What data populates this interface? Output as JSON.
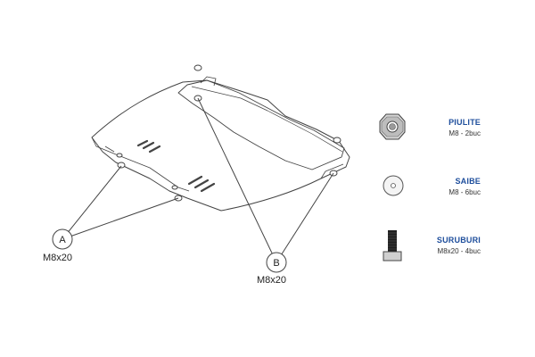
{
  "callouts": [
    {
      "letter": "A",
      "label": "M8x20"
    },
    {
      "letter": "B",
      "label": "M8x20"
    }
  ],
  "parts": [
    {
      "name": "PIULITE",
      "qty": "M8 - 2buc",
      "icon": "nut-icon"
    },
    {
      "name": "SAIBE",
      "qty": "M8 - 6buc",
      "icon": "washer-icon"
    },
    {
      "name": "SURUBURI",
      "qty": "M8x20 - 4buc",
      "icon": "bolt-icon"
    }
  ],
  "colors": {
    "line": "#444444",
    "accent": "#1e4e9c"
  }
}
